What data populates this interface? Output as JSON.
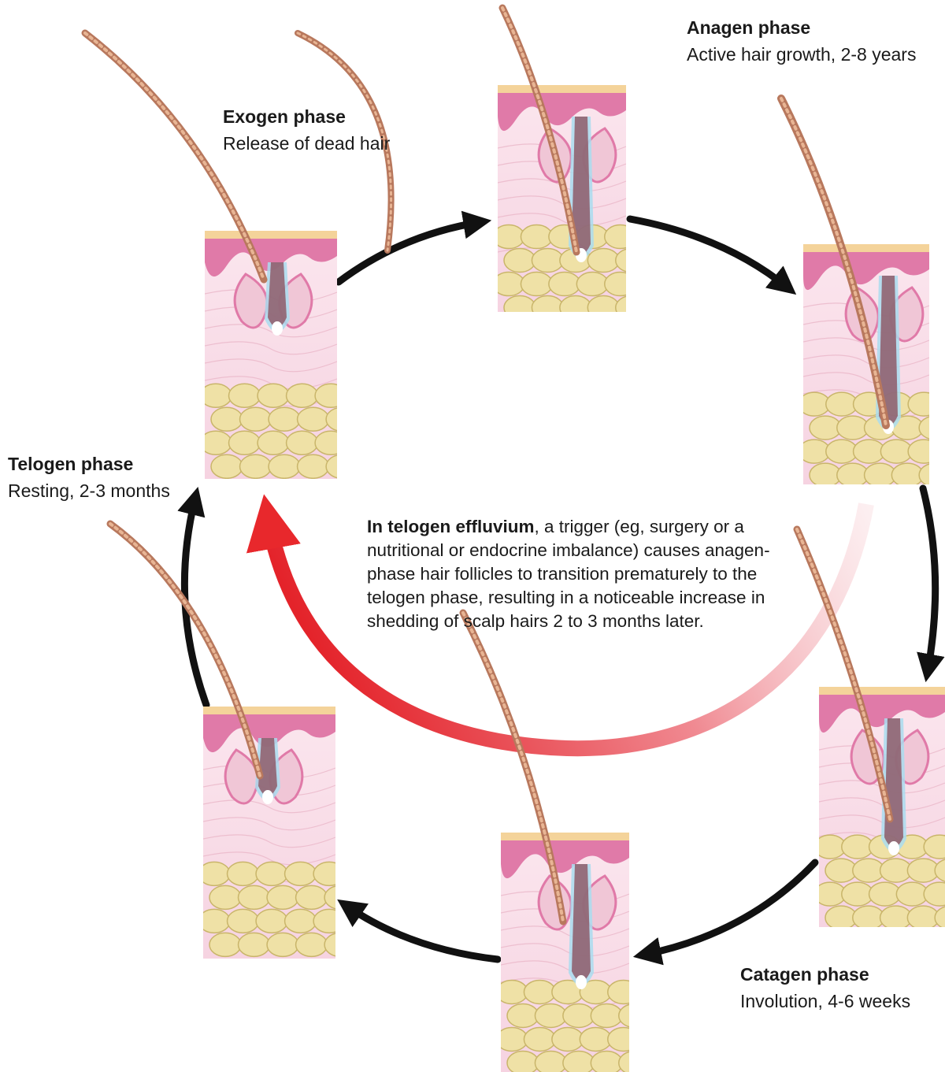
{
  "phases": {
    "exogen": {
      "title": "Exogen phase",
      "description": "Release of dead hair"
    },
    "anagen": {
      "title": "Anagen phase",
      "description": "Active hair growth, 2-8 years"
    },
    "telogen": {
      "title": "Telogen phase",
      "description": "Resting, 2-3 months"
    },
    "catagen": {
      "title": "Catagen phase",
      "description": "Involution, 4-6 weeks"
    }
  },
  "note": {
    "bold": "In telogen effluvium",
    "text": ", a trigger (eg, surgery or a nutritional or endocrine imbalance) causes anagen-phase hair follicles to transition prematurely to the telogen phase, resulting in a noticeable increase in shedding of scalp hairs 2 to 3 months later."
  },
  "colors": {
    "skin_top": "#e07aa8",
    "skin_band": "#f3b9cf",
    "dermis": "#f8dbe6",
    "fat": "#efe1a6",
    "fat_edge": "#c9b56a",
    "hair": "#c98e6a",
    "hair_dark": "#8a4a57",
    "sheath_blue": "#a9dcef",
    "cycle_arrow": "#111111",
    "effluvium_arrow": "#e8282c"
  }
}
